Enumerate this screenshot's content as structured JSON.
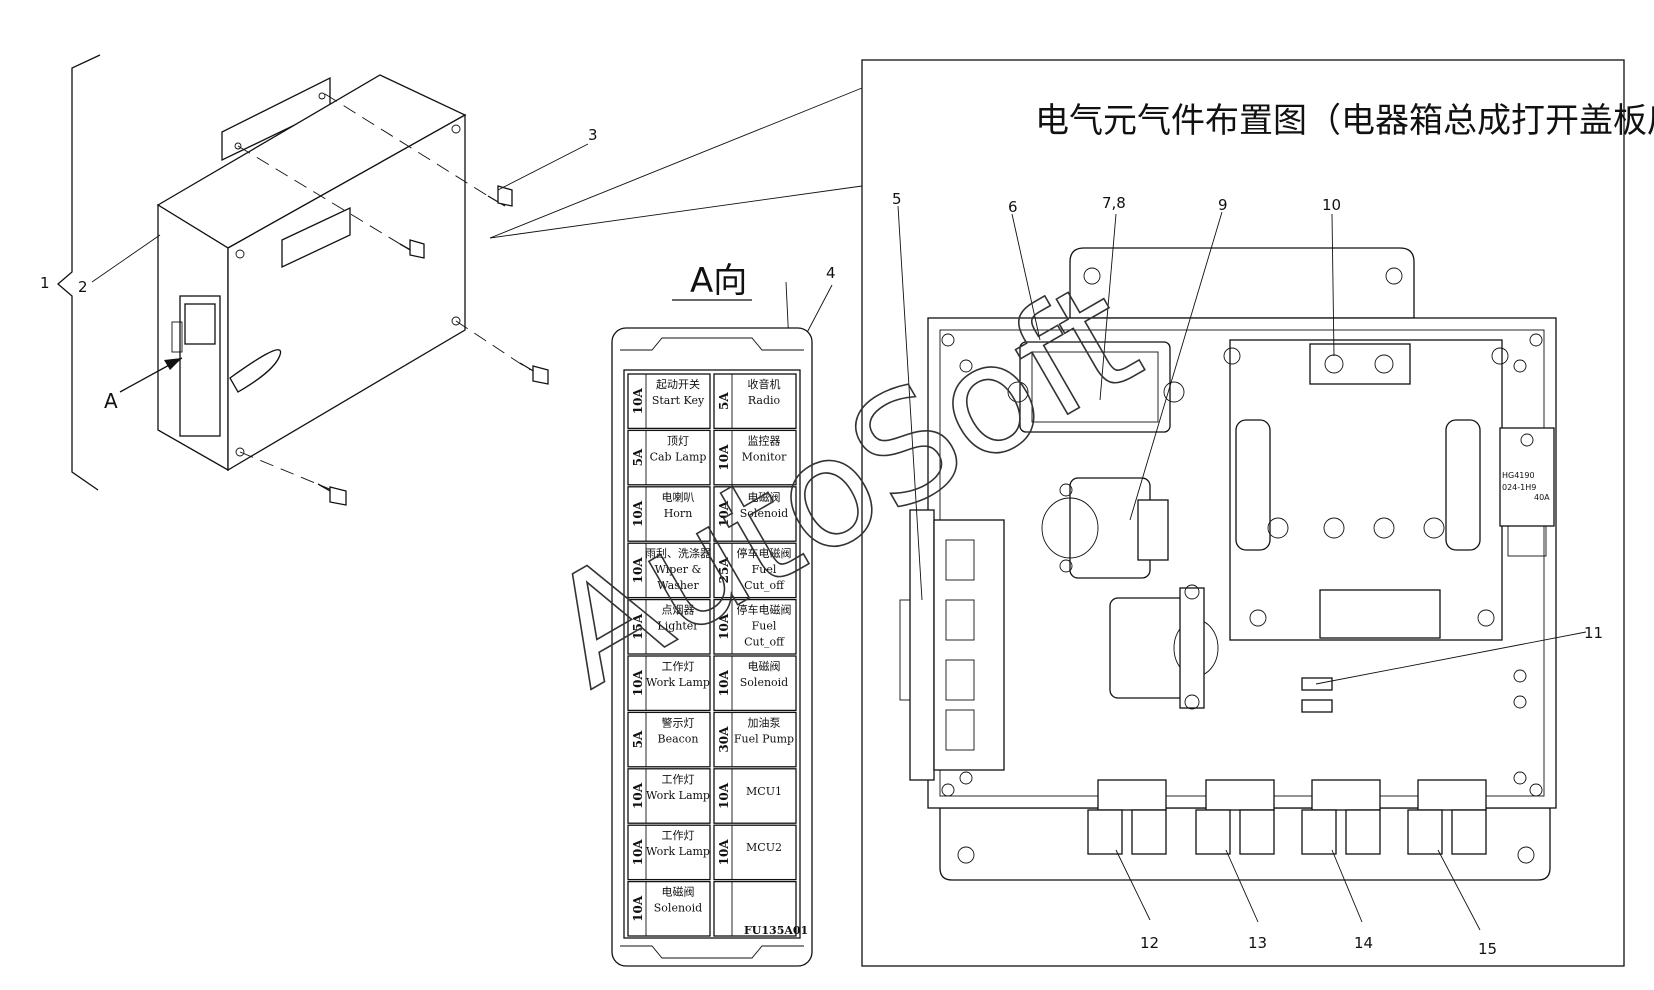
{
  "diagram": {
    "title": "电气元气件布置图（电器箱总成打开盖板后）",
    "view_label": "A向",
    "arrow_label": "A",
    "watermark": "AutoSoft",
    "fuse_panel_code": "FU135A01",
    "callouts": {
      "c1": "1",
      "c2": "2",
      "c3": "3",
      "c4": "4",
      "c5": "5",
      "c6": "6",
      "c78": "7,8",
      "c9": "9",
      "c10": "10",
      "c11": "11",
      "c12": "12",
      "c13": "13",
      "c14": "14",
      "c15": "15"
    },
    "relay_label": {
      "line1": "HG4190",
      "line2": "024-1H9",
      "line3": "40A"
    },
    "fuses_left": [
      {
        "amp": "10A",
        "cn": "起动开关",
        "en": "Start Key",
        "en2": ""
      },
      {
        "amp": "5A",
        "cn": "顶灯",
        "en": "Cab Lamp",
        "en2": ""
      },
      {
        "amp": "10A",
        "cn": "电喇叭",
        "en": "Horn",
        "en2": ""
      },
      {
        "amp": "10A",
        "cn": "雨刮、洗涤器",
        "en": "Wiper &",
        "en2": "Washer"
      },
      {
        "amp": "15A",
        "cn": "点烟器",
        "en": "Lighter",
        "en2": ""
      },
      {
        "amp": "10A",
        "cn": "工作灯",
        "en": "Work Lamp",
        "en2": ""
      },
      {
        "amp": "5A",
        "cn": "警示灯",
        "en": "Beacon",
        "en2": ""
      },
      {
        "amp": "10A",
        "cn": "工作灯",
        "en": "Work Lamp",
        "en2": ""
      },
      {
        "amp": "10A",
        "cn": "工作灯",
        "en": "Work Lamp",
        "en2": ""
      },
      {
        "amp": "10A",
        "cn": "电磁阀",
        "en": "Solenoid",
        "en2": ""
      }
    ],
    "fuses_right": [
      {
        "amp": "5A",
        "cn": "收音机",
        "en": "Radio",
        "en2": ""
      },
      {
        "amp": "10A",
        "cn": "监控器",
        "en": "Monitor",
        "en2": ""
      },
      {
        "amp": "10A",
        "cn": "电磁阀",
        "en": "Solenoid",
        "en2": ""
      },
      {
        "amp": "25A",
        "cn": "停车电磁阀",
        "en": "Fuel",
        "en2": "Cut_off"
      },
      {
        "amp": "10A",
        "cn": "停车电磁阀",
        "en": "Fuel",
        "en2": "Cut_off"
      },
      {
        "amp": "10A",
        "cn": "电磁阀",
        "en": "Solenoid",
        "en2": ""
      },
      {
        "amp": "30A",
        "cn": "加油泵",
        "en": "Fuel Pump",
        "en2": ""
      },
      {
        "amp": "10A",
        "cn": "",
        "en": "MCU1",
        "en2": ""
      },
      {
        "amp": "10A",
        "cn": "",
        "en": "MCU2",
        "en2": ""
      },
      {
        "amp": "",
        "cn": "",
        "en": "",
        "en2": ""
      }
    ]
  }
}
